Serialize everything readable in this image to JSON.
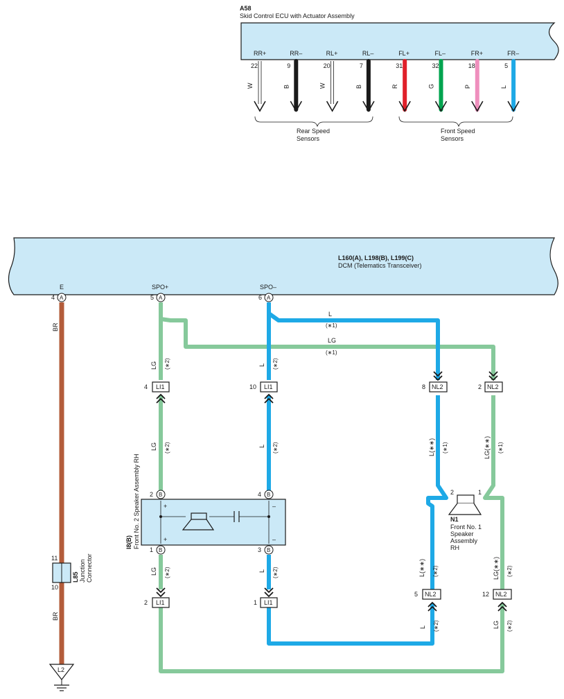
{
  "a58": {
    "code": "A58",
    "name": "Skid Control ECU with Actuator Assembly",
    "terminals": [
      {
        "name": "RR+",
        "pin": "22",
        "wire": "W",
        "color": "#ffffff"
      },
      {
        "name": "RR–",
        "pin": "9",
        "wire": "B",
        "color": "#1a1a1a"
      },
      {
        "name": "RL+",
        "pin": "20",
        "wire": "W",
        "color": "#ffffff"
      },
      {
        "name": "RL–",
        "pin": "7",
        "wire": "B",
        "color": "#1a1a1a"
      },
      {
        "name": "FL+",
        "pin": "31",
        "wire": "R",
        "color": "#e0202a"
      },
      {
        "name": "FL–",
        "pin": "32",
        "wire": "G",
        "color": "#00a44f"
      },
      {
        "name": "FR+",
        "pin": "18",
        "wire": "P",
        "color": "#ef8fbd"
      },
      {
        "name": "FR–",
        "pin": "5",
        "wire": "L",
        "color": "#1ea9e6"
      }
    ],
    "rear_group": [
      "Rear Speed",
      "Sensors"
    ],
    "front_group": [
      "Front Speed",
      "Sensors"
    ]
  },
  "dcm": {
    "code": "L160(A), L198(B), L199(C)",
    "name": "DCM (Telematics Transceiver)",
    "pins": [
      {
        "label": "E",
        "pin": "4",
        "conn": "A"
      },
      {
        "label": "SPO+",
        "pin": "5",
        "conn": "A"
      },
      {
        "label": "SPO–",
        "pin": "6",
        "conn": "A"
      }
    ]
  },
  "colors": {
    "ecu_fill": "#cbe9f7",
    "wire_BR": "#b35c3a",
    "wire_LG": "#86c99b",
    "wire_L": "#1ea9e6"
  },
  "wires": {
    "br": "BR",
    "lg": "LG",
    "l": "L",
    "star1": "(∗1)",
    "star2": "(∗2)",
    "l_ss": "L(∗∗)",
    "lg_ss": "LG(∗∗)"
  },
  "connectors": {
    "li1": "LI1",
    "nl2": "NL2",
    "li1_top_left_pin": "4",
    "li1_top_right_pin": "10",
    "nl2_top_left_pin": "8",
    "nl2_top_right_pin": "2",
    "li1_bot_left_pin": "2",
    "li1_bot_right_pin": "1",
    "nl2_bot_left_pin": "5",
    "nl2_bot_right_pin": "12"
  },
  "speaker_rh2": {
    "code": "I8(B)",
    "name": "Front No. 2 Speaker Assembly RH",
    "conn": "B",
    "pin_tl": "2",
    "pin_tr": "4",
    "pin_bl": "1",
    "pin_br": "3",
    "plus": "+",
    "minus": "–"
  },
  "speaker_n1": {
    "code": "N1",
    "name_lines": [
      "Front No. 1",
      "Speaker",
      "Assembly",
      "RH"
    ],
    "pin_left": "2",
    "pin_right": "1"
  },
  "junction": {
    "code": "L85",
    "name_lines": [
      "Junction",
      "Connector"
    ],
    "pin_top": "11",
    "pin_bottom": "10"
  },
  "ground": {
    "code": "L2"
  }
}
